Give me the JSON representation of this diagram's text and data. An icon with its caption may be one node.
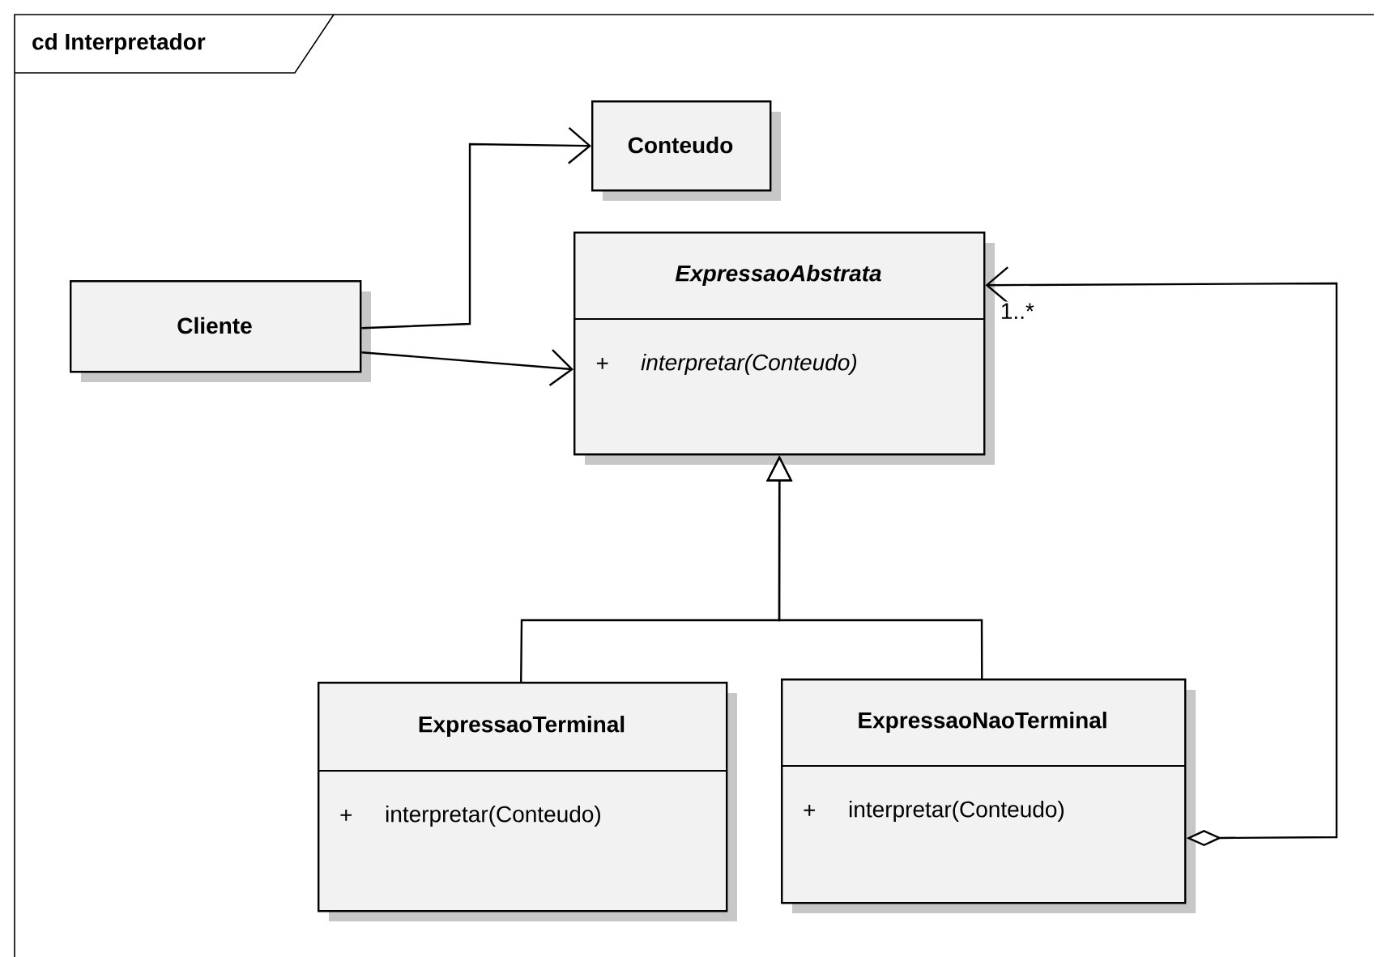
{
  "diagram": {
    "title": "cd Interpretador",
    "nodes": [
      {
        "text": [
          "Cliente"
        ]
      },
      {
        "text": [
          "Conteudo"
        ]
      },
      {
        "text": [
          "ExpressaoAbstrata",
          "+",
          "interpretar(Conteudo)"
        ]
      },
      {
        "text": [
          "ExpressaoTerminal",
          "+",
          "interpretar(Conteudo)"
        ]
      },
      {
        "text": [
          "ExpressaoNaoTerminal",
          "+",
          "interpretar(Conteudo)"
        ]
      }
    ],
    "edges": [
      {
        "from": 0,
        "to": 1,
        "arrow": "to"
      },
      {
        "from": 0,
        "to": 2,
        "arrow": "to"
      },
      {
        "from": 3,
        "to": 2,
        "arrow": "to"
      },
      {
        "from": 4,
        "to": 2,
        "arrow": "to"
      },
      {
        "from": 4,
        "to": 2,
        "arrow": "to",
        "label": "1..*"
      }
    ]
  }
}
